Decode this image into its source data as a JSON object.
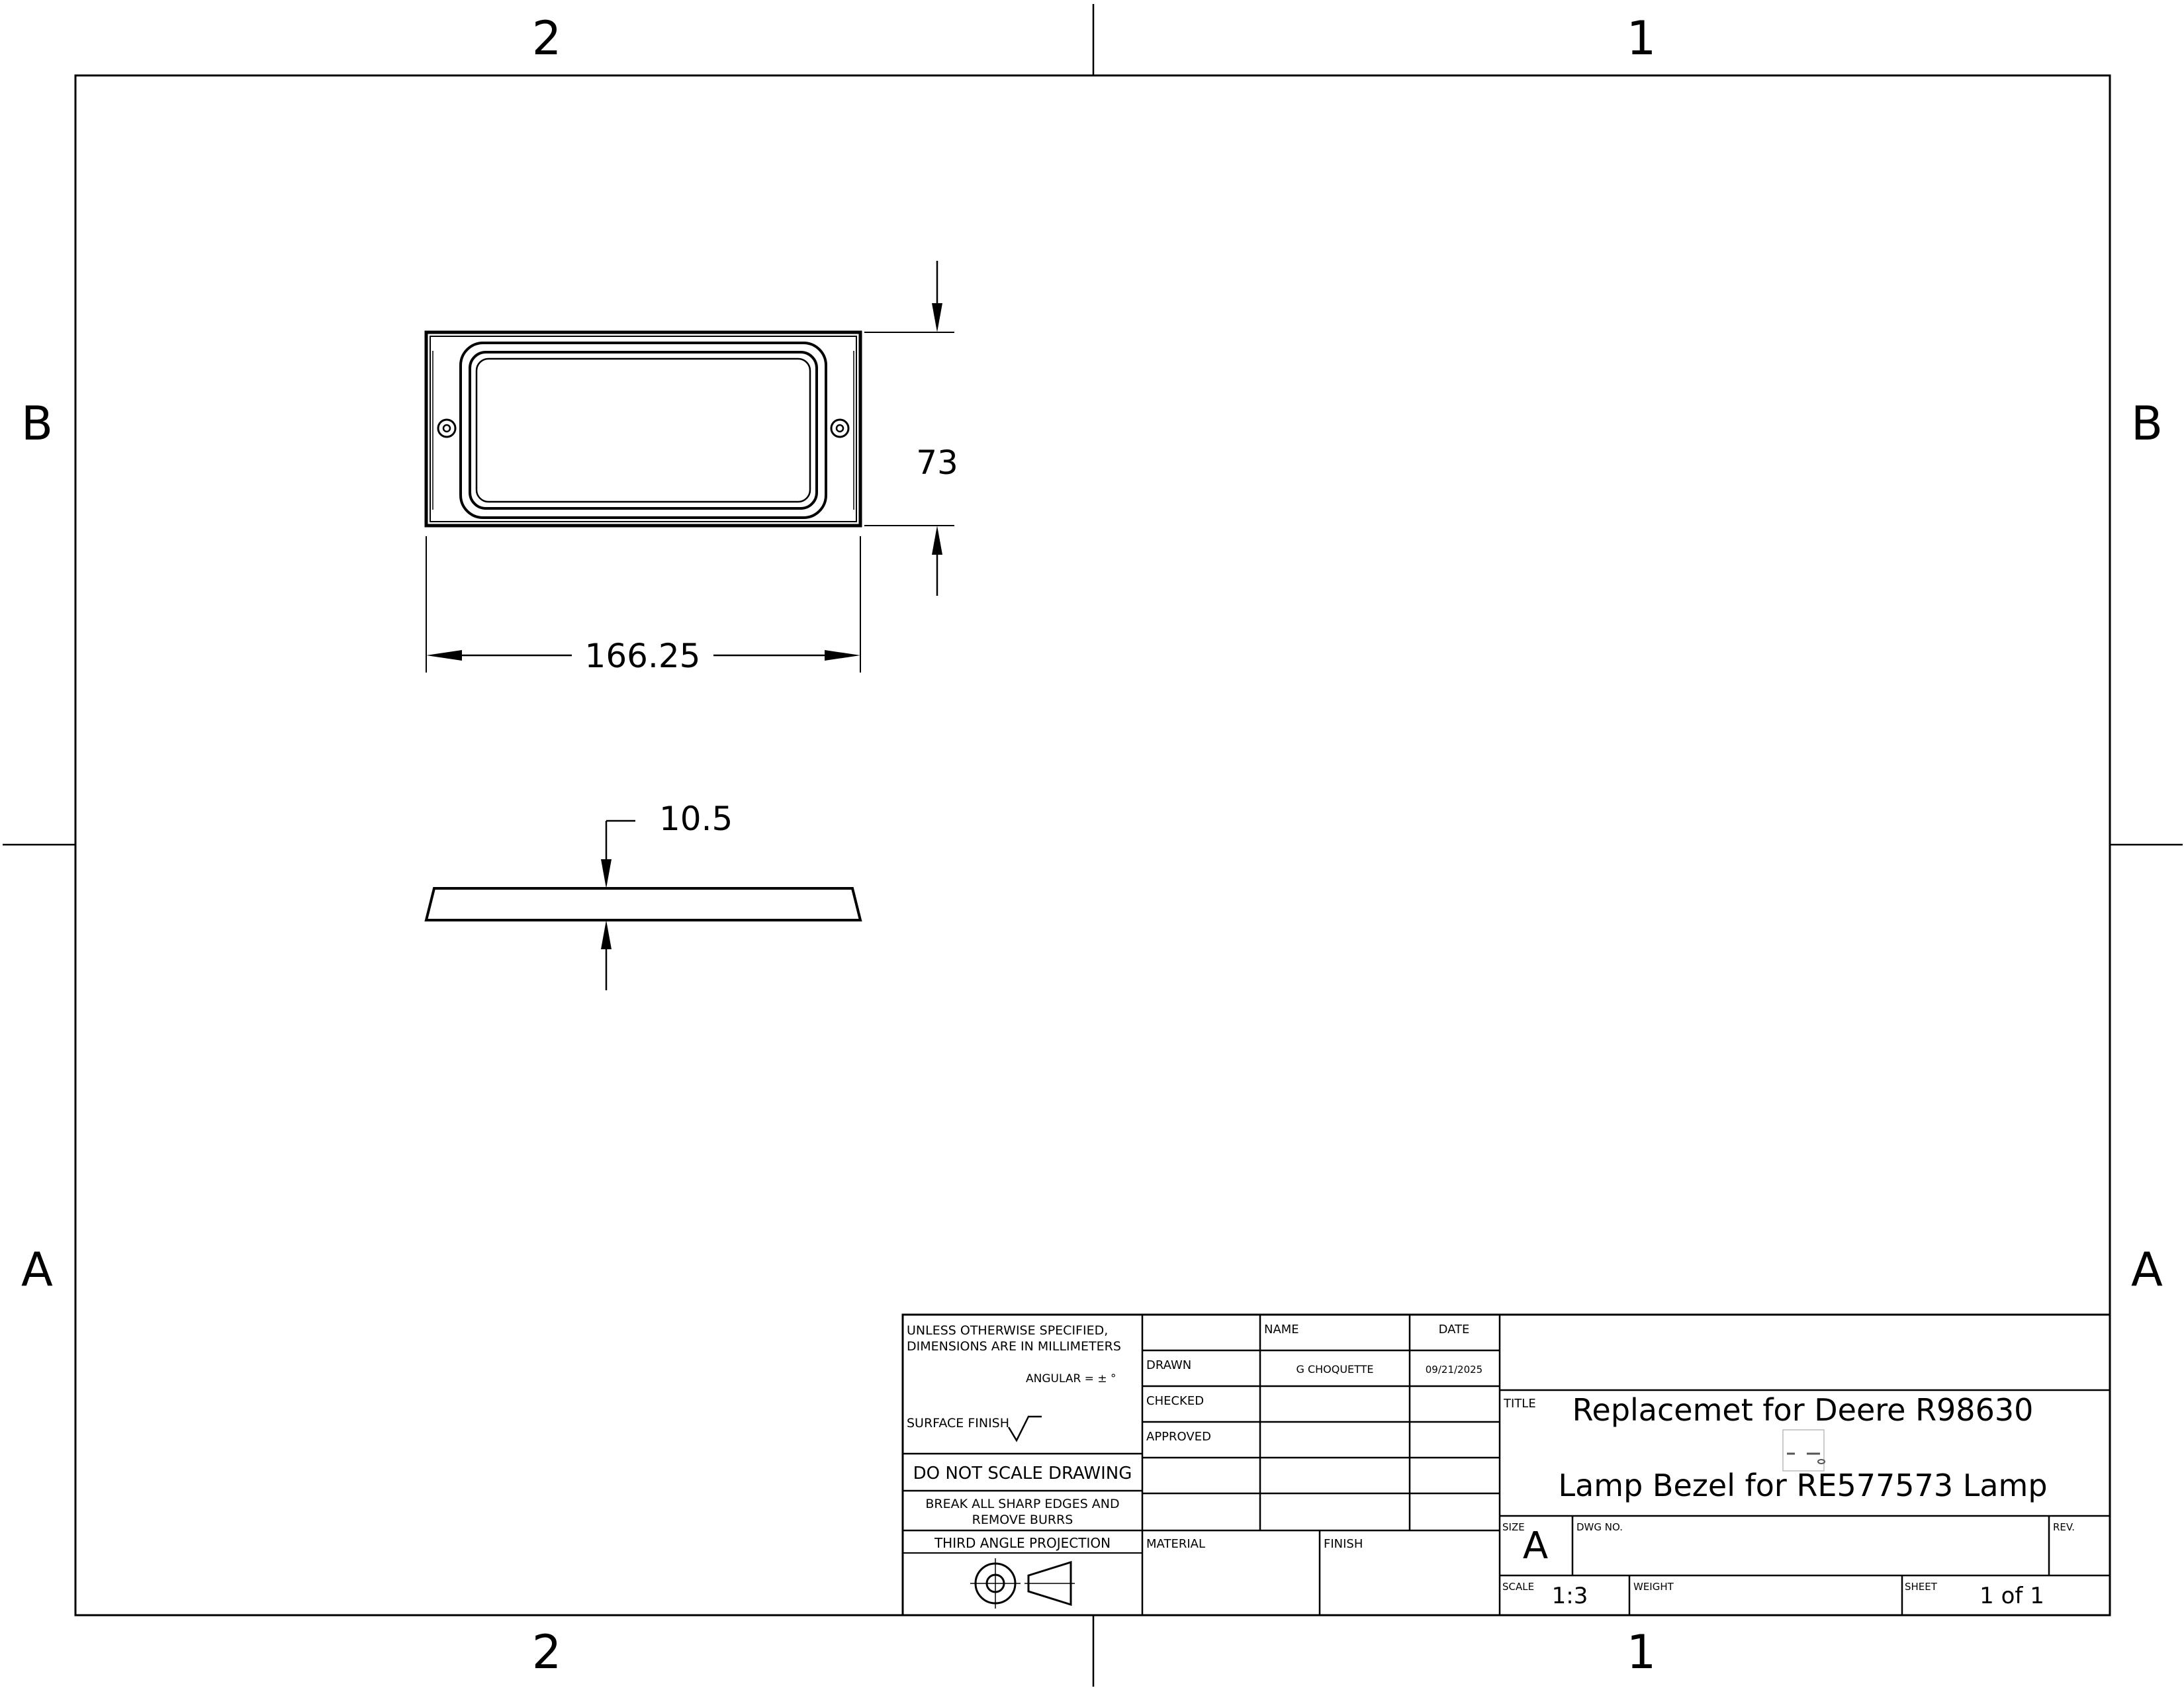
{
  "border": {
    "zones_top": [
      "2",
      "1"
    ],
    "zones_bottom": [
      "2",
      "1"
    ],
    "zones_left": [
      "B",
      "A"
    ],
    "zones_right": [
      "B",
      "A"
    ]
  },
  "dimensions": {
    "width": "166.25",
    "height": "73",
    "thickness": "10.5"
  },
  "title_block": {
    "notes_line1": "UNLESS OTHERWISE SPECIFIED,",
    "notes_line2": "DIMENSIONS ARE IN MILLIMETERS",
    "angular": "ANGULAR = ± °",
    "surface_finish": "SURFACE FINISH",
    "do_not_scale": "DO NOT SCALE DRAWING",
    "break_edges_line1": "BREAK ALL SHARP EDGES AND",
    "break_edges_line2": "REMOVE BURRS",
    "projection": "THIRD ANGLE PROJECTION",
    "name_header": "NAME",
    "date_header": "DATE",
    "drawn_label": "DRAWN",
    "drawn_name": "G CHOQUETTE",
    "drawn_date": "09/21/2025",
    "checked_label": "CHECKED",
    "approved_label": "APPROVED",
    "material_label": "MATERIAL",
    "finish_label": "FINISH",
    "title_label": "TITLE",
    "title_line1": "Replacemet for Deere R98630",
    "title_line2": "Lamp Bezel for RE577573 Lamp",
    "size_label": "SIZE",
    "size_value": "A",
    "dwg_no_label": "DWG NO.",
    "rev_label": "REV.",
    "scale_label": "SCALE",
    "scale_value": "1:3",
    "weight_label": "WEIGHT",
    "sheet_label": "SHEET",
    "sheet_value": "1 of 1"
  }
}
